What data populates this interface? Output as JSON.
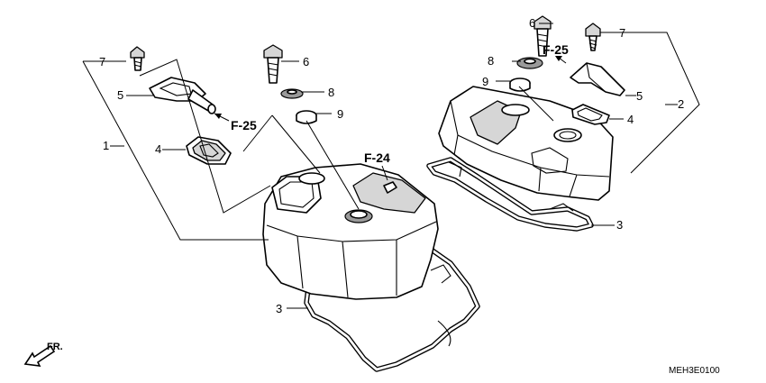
{
  "callouts": {
    "c1": "1",
    "c2": "2",
    "c3_left": "3",
    "c3_right": "3",
    "c4_left": "4",
    "c4_right": "4",
    "c5_left": "5",
    "c5_right": "5",
    "c6_left": "6",
    "c6_right": "6",
    "c7_left": "7",
    "c7_right": "7",
    "c8_left": "8",
    "c8_right": "8",
    "c9_left": "9",
    "c9_right": "9"
  },
  "references": {
    "f25_left": "F-25",
    "f25_right": "F-25",
    "f24": "F-24"
  },
  "front_marker": "FR.",
  "diagram_code": "MEH3E0100"
}
